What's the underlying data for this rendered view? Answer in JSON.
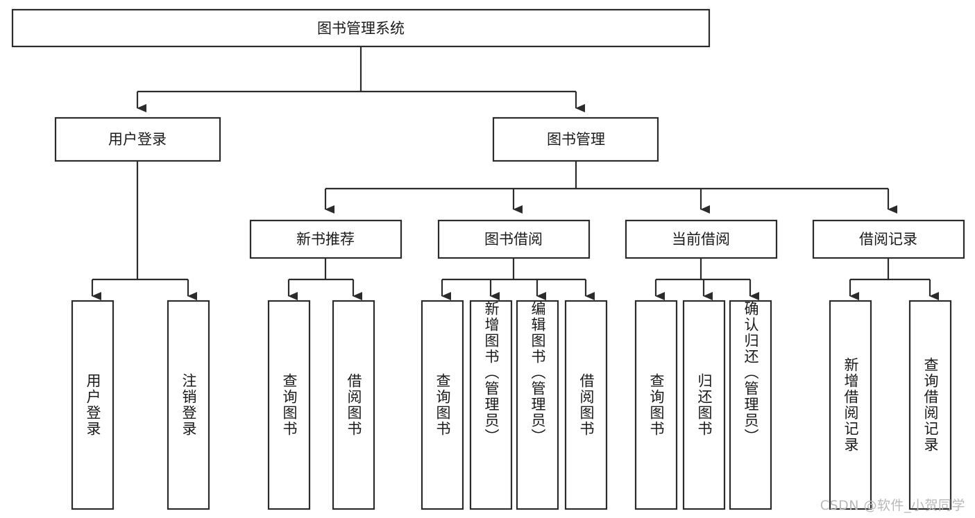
{
  "diagram": {
    "title": "图书管理系统",
    "type": "tree-hierarchy-chart",
    "orientation": "top-down",
    "watermark": "CSDN @软件_小贺同学",
    "colors": {
      "box_stroke": "#2b2b2b",
      "box_fill": "#ffffff",
      "connector": "#2b2b2b",
      "text": "#1a1a1a",
      "watermark": "#b9b9b9",
      "background": "#ffffff"
    },
    "levels": {
      "root": {
        "label": "图书管理系统"
      },
      "level2": [
        {
          "id": "user-login",
          "label": "用户登录"
        },
        {
          "id": "book-management",
          "label": "图书管理"
        }
      ],
      "level3": [
        {
          "id": "new-book-recommend",
          "label": "新书推荐",
          "parent": "book-management"
        },
        {
          "id": "book-borrow",
          "label": "图书借阅",
          "parent": "book-management"
        },
        {
          "id": "current-borrow",
          "label": "当前借阅",
          "parent": "book-management"
        },
        {
          "id": "borrow-record",
          "label": "借阅记录",
          "parent": "book-management"
        }
      ],
      "leaves": [
        {
          "id": "leaf-user-login",
          "label": "用户登录",
          "parent": "user-login"
        },
        {
          "id": "leaf-logout-login",
          "label": "注销登录",
          "parent": "user-login"
        },
        {
          "id": "leaf-query-book-1",
          "label": "查询图书",
          "parent": "new-book-recommend"
        },
        {
          "id": "leaf-borrow-book-1",
          "label": "借阅图书",
          "parent": "new-book-recommend"
        },
        {
          "id": "leaf-query-book-2",
          "label": "查询图书",
          "parent": "book-borrow"
        },
        {
          "id": "leaf-add-book",
          "label": "新增图书（管理员）",
          "parent": "book-borrow"
        },
        {
          "id": "leaf-edit-book",
          "label": "编辑图书（管理员）",
          "parent": "book-borrow"
        },
        {
          "id": "leaf-borrow-book-2",
          "label": "借阅图书",
          "parent": "book-borrow"
        },
        {
          "id": "leaf-query-book-3",
          "label": "查询图书",
          "parent": "current-borrow"
        },
        {
          "id": "leaf-return-book",
          "label": "归还图书",
          "parent": "current-borrow"
        },
        {
          "id": "leaf-confirm-return",
          "label": "确认归还（管理员）",
          "parent": "current-borrow"
        },
        {
          "id": "leaf-add-record",
          "label": "新增借阅记录",
          "parent": "borrow-record"
        },
        {
          "id": "leaf-query-record",
          "label": "查询借阅记录",
          "parent": "borrow-record"
        }
      ]
    }
  }
}
